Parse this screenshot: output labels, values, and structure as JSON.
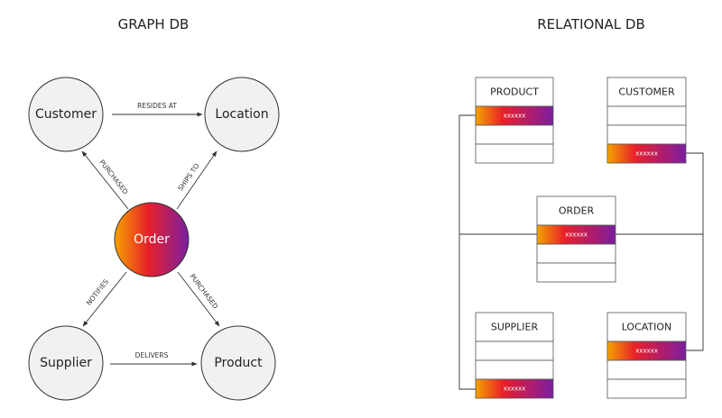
{
  "graph": {
    "title": "GRAPH DB",
    "nodes": {
      "customer": "Customer",
      "location": "Location",
      "order": "Order",
      "supplier": "Supplier",
      "product": "Product"
    },
    "edges": {
      "resides_at": "RESIDES AT",
      "customer_purchased": "PURCHASED",
      "ships_to": "SHIPS TO",
      "notifies": "NOTIFIES",
      "product_purchased": "PURCHASED",
      "delivers": "DELIVERS"
    }
  },
  "relational": {
    "title": "RELATIONAL DB",
    "tables": {
      "product": {
        "name": "PRODUCT",
        "key": "xxxxxx"
      },
      "customer": {
        "name": "CUSTOMER",
        "key": "xxxxxx"
      },
      "order": {
        "name": "ORDER",
        "key": "xxxxxx"
      },
      "supplier": {
        "name": "SUPPLIER",
        "key": "xxxxxx"
      },
      "location": {
        "name": "LOCATION",
        "key": "xxxxxx"
      }
    }
  },
  "colors": {
    "gradient_start": "#f5a300",
    "gradient_mid": "#e8202a",
    "gradient_end": "#7a1fa0",
    "node_fill": "#f1f1f1",
    "line": "#333333"
  }
}
